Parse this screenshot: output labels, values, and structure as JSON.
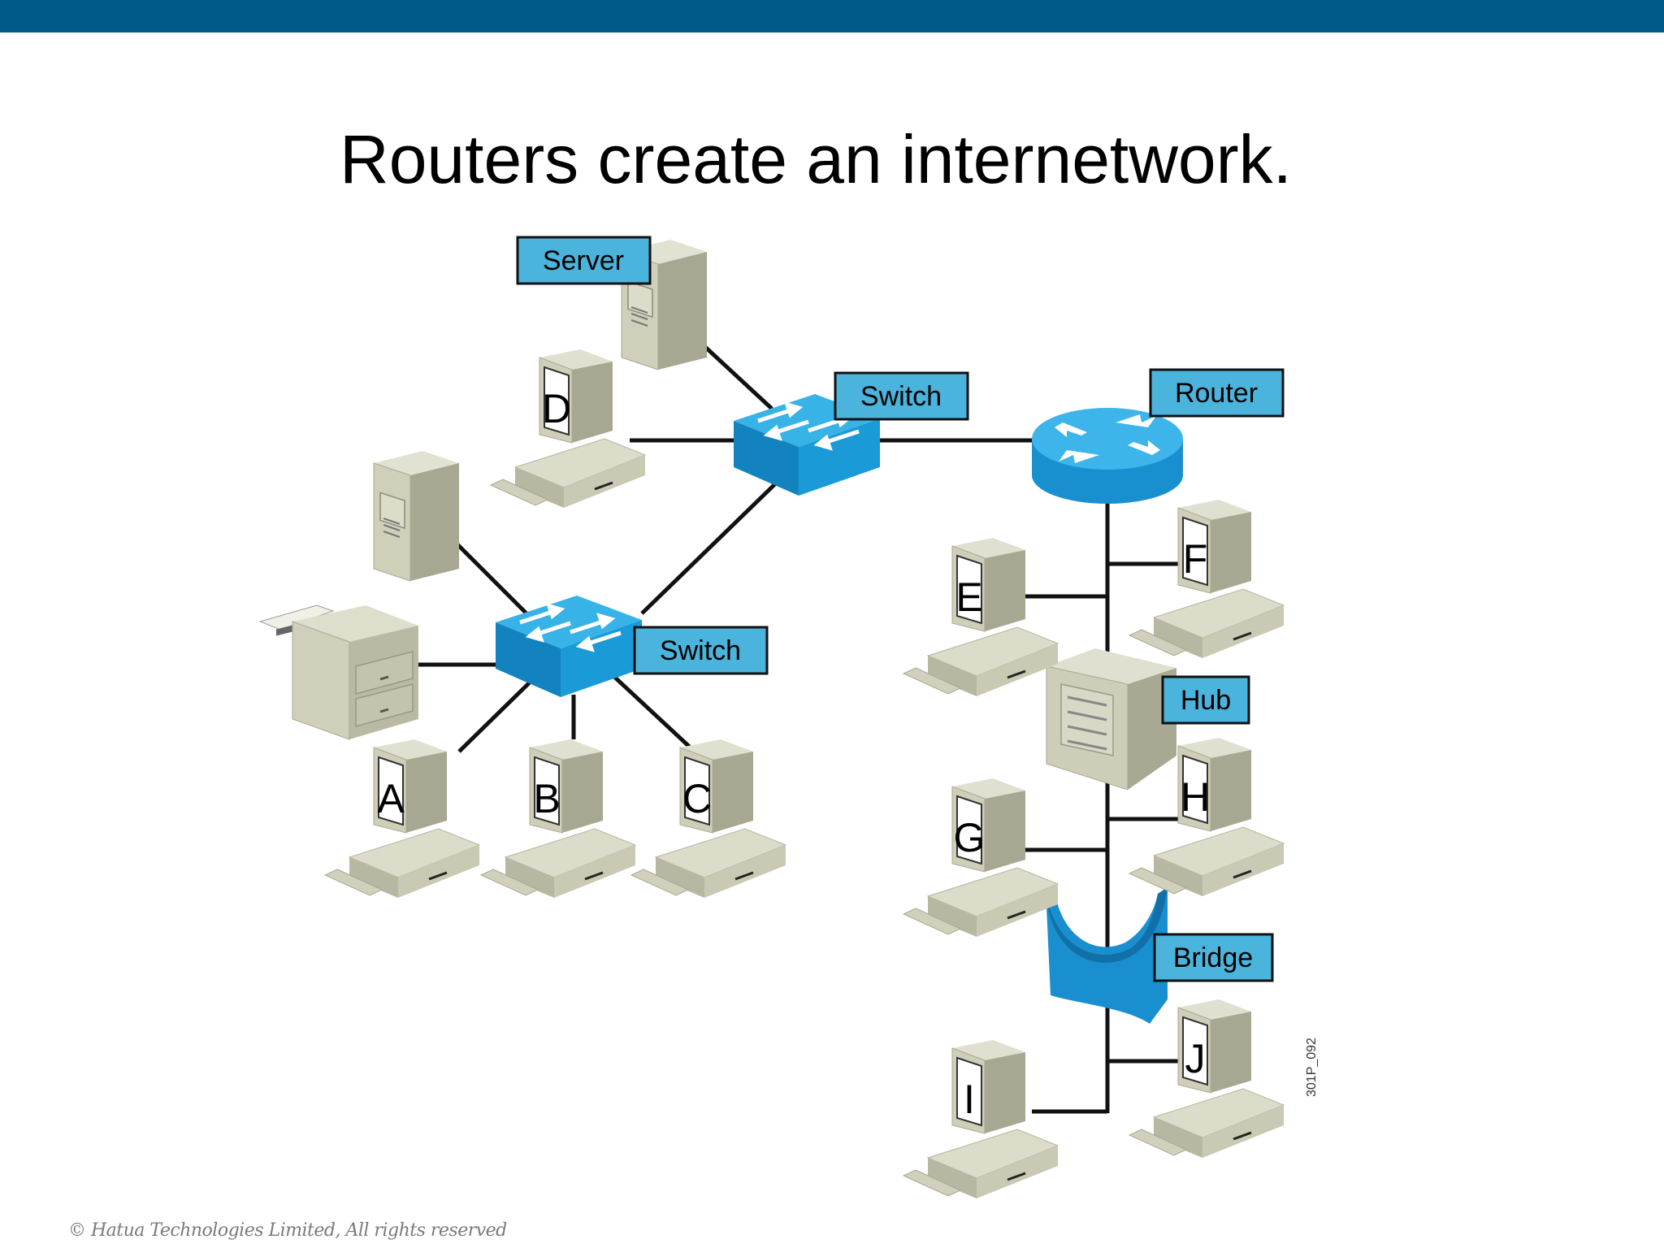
{
  "slide": {
    "title": "Routers create an internetwork.",
    "copyright": "© Hatua Technologies Limited, All rights reserved",
    "figure_code": "301P_092"
  },
  "labels": {
    "server": "Server",
    "switch_top": "Switch",
    "switch_bottom": "Switch",
    "router": "Router",
    "hub": "Hub",
    "bridge": "Bridge"
  },
  "computers": {
    "a": "A",
    "b": "B",
    "c": "C",
    "d": "D",
    "e": "E",
    "f": "F",
    "g": "G",
    "h": "H",
    "i": "I",
    "j": "J"
  },
  "colors": {
    "top_bar": "#005a87",
    "device_blue": "#1a9bd8",
    "label_fill": "#4bb4dd",
    "computer_beige": "#c9c9b4"
  },
  "icons": {
    "switch": "switch-icon",
    "router": "router-icon",
    "hub": "hub-icon",
    "bridge": "bridge-icon",
    "server": "server-icon",
    "printer": "printer-icon",
    "computer": "computer-icon"
  }
}
